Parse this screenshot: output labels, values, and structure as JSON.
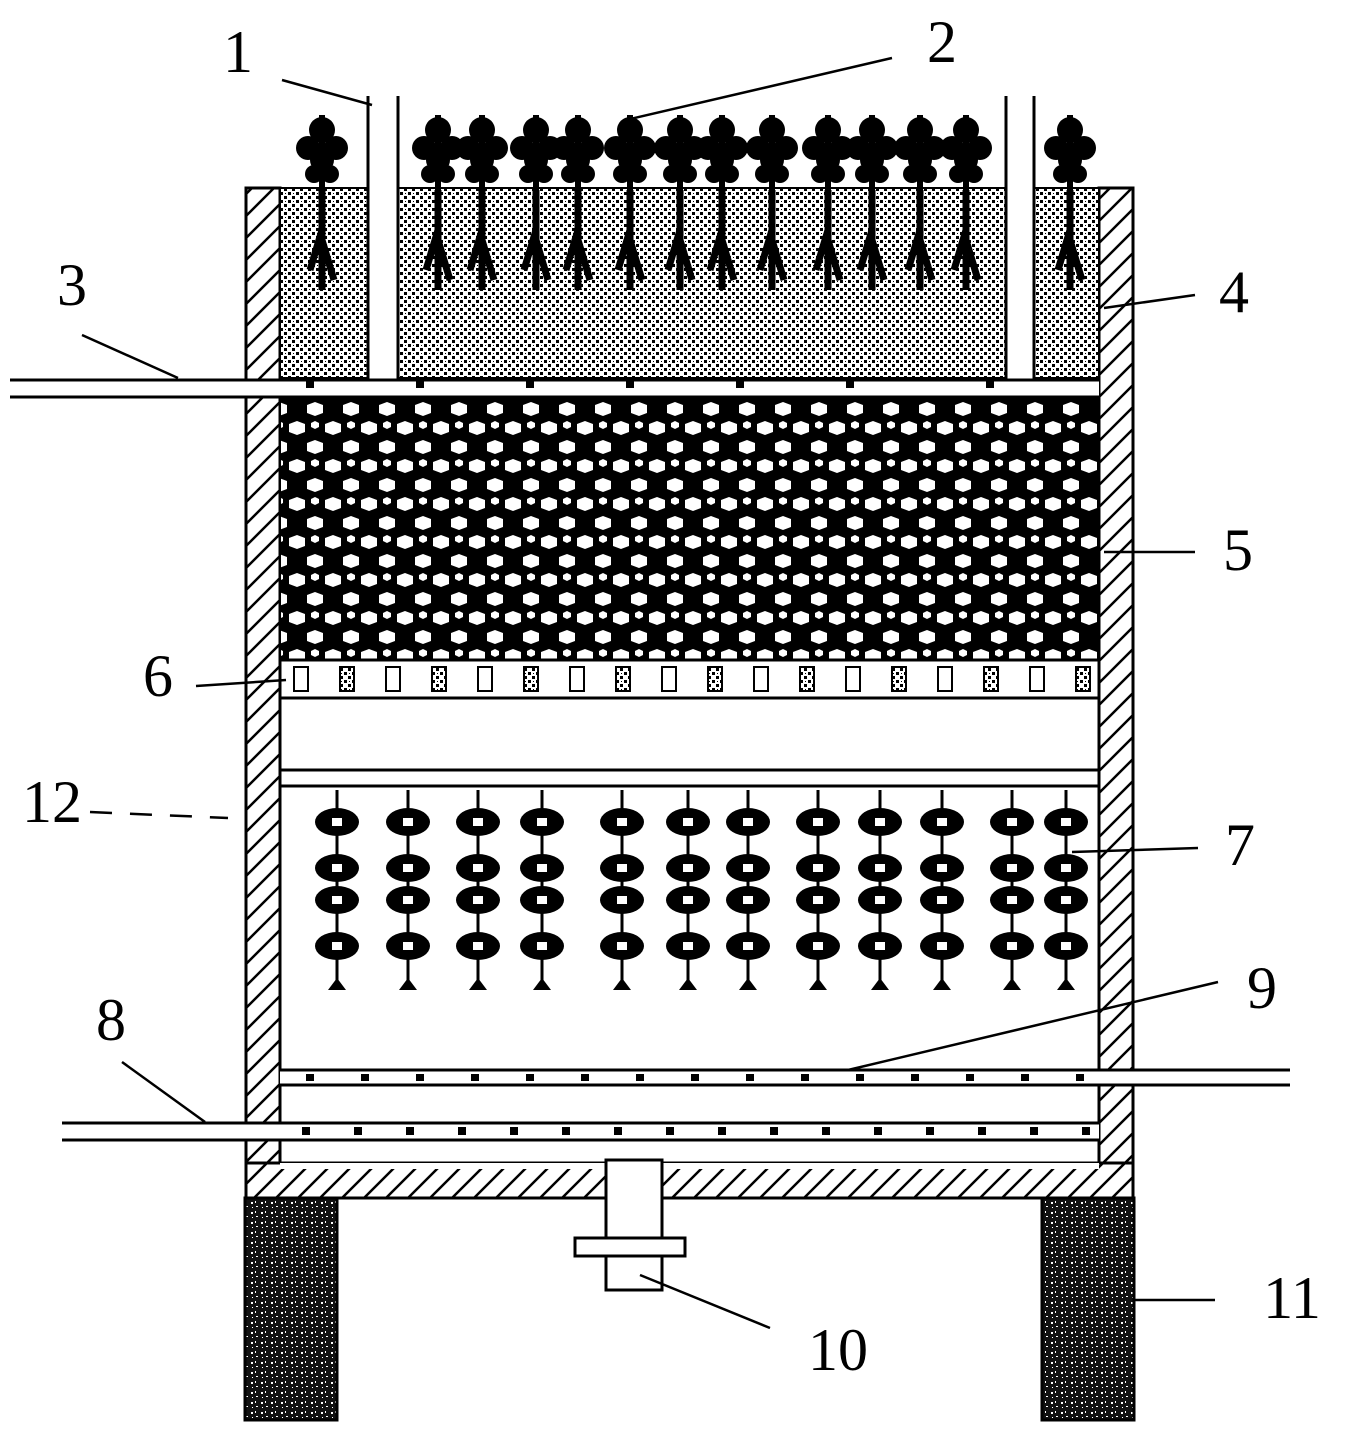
{
  "diagram": {
    "labels": [
      {
        "key": "l1",
        "text": "1"
      },
      {
        "key": "l2",
        "text": "2"
      },
      {
        "key": "l3",
        "text": "3"
      },
      {
        "key": "l4",
        "text": "4"
      },
      {
        "key": "l5",
        "text": "5"
      },
      {
        "key": "l6",
        "text": "6"
      },
      {
        "key": "l7",
        "text": "7"
      },
      {
        "key": "l8",
        "text": "8"
      },
      {
        "key": "l9",
        "text": "9"
      },
      {
        "key": "l10",
        "text": "10"
      },
      {
        "key": "l11",
        "text": "11"
      },
      {
        "key": "l12",
        "text": "12"
      }
    ],
    "colors": {
      "ink": "#000000",
      "paper": "#ffffff"
    }
  }
}
